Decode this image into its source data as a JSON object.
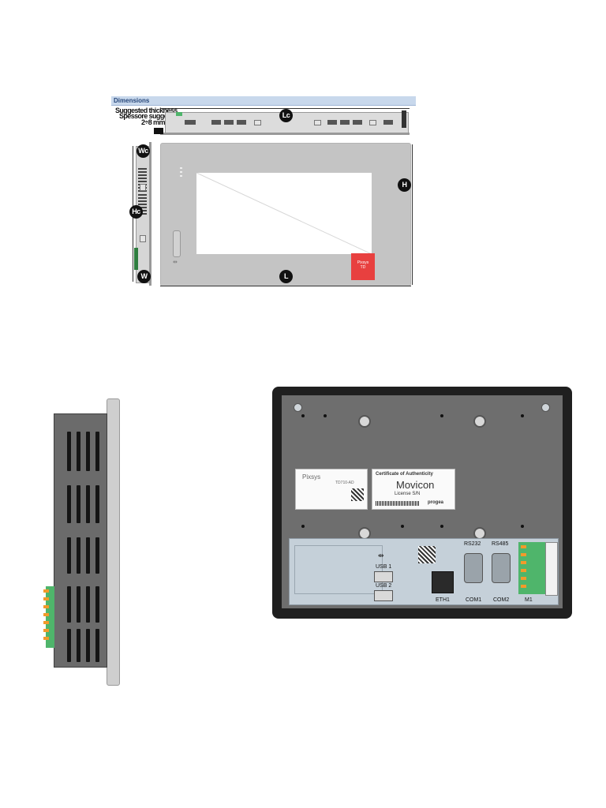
{
  "dimensions": {
    "title": "Dimensions",
    "thickness_en": "Suggested thickness",
    "thickness_it": "Spessore suggerito",
    "thickness_value": "2÷8 mm",
    "labels": {
      "lc": "Lc",
      "wc": "Wc",
      "hc": "Hc",
      "w": "W",
      "h": "H",
      "l": "L"
    },
    "brand": "Pixsys",
    "model": "TD"
  },
  "back_panel": {
    "label_brand": "Pixsys",
    "label_model": "TD710-AD",
    "cert_title": "Certificate of Authenticity",
    "cert_product": "Movicon",
    "cert_license": "License S/N",
    "cert_maker": "progea",
    "ports": {
      "usb1": "USB 1",
      "usb2": "USB 2",
      "eth1": "ETH1",
      "rs232": "RS232",
      "rs485": "RS485",
      "com1": "COM1",
      "com2": "COM2",
      "m1": "M1"
    }
  },
  "colors": {
    "accent_red": "#e8403f",
    "connector_green": "#4fb56b",
    "header_blue": "#c8d8ec"
  }
}
